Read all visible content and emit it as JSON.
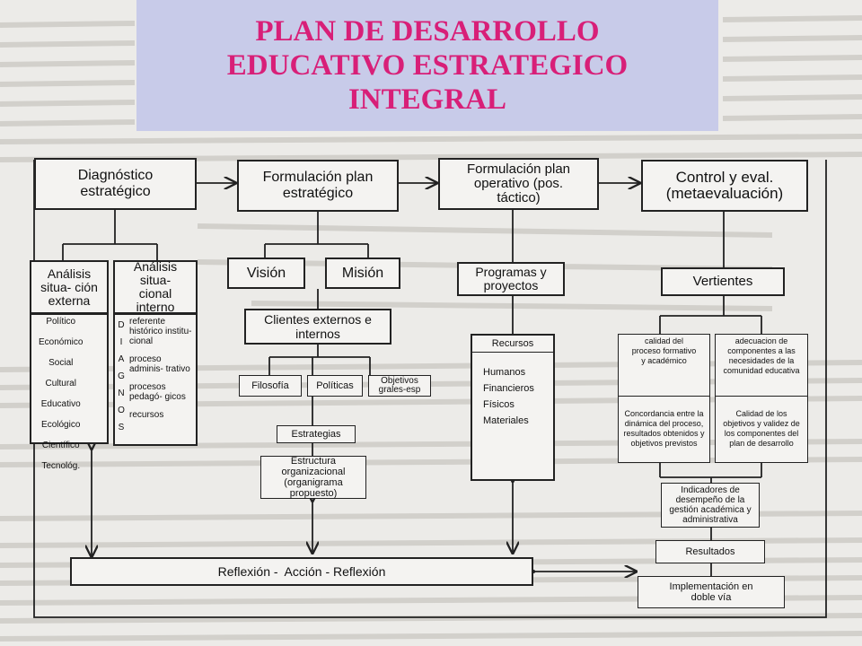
{
  "title": {
    "line1": "PLAN DE DESARROLLO",
    "line2": "EDUCATIVO ESTRATEGICO",
    "line3": "INTEGRAL"
  },
  "phases": {
    "diagnostico": "Diagnóstico estratégico",
    "formulacion_plan": "Formulación plan estratégico",
    "formulacion_operativo": "Formulación plan operativo (pos. táctico)",
    "control": "Control y eval. (metaevaluación)"
  },
  "diagnostico": {
    "externa_title": "Análisis situa- ción externa",
    "externa_items": [
      "Político",
      "Económico",
      "Social",
      "Cultural",
      "Educativo",
      "Ecológico",
      "Científico",
      "Tecnológ."
    ],
    "interna_title": "Análisis situa- cional interno",
    "vertical_letters": [
      "D",
      "I",
      "A",
      "G",
      "N",
      "O",
      "S"
    ],
    "interna_items": [
      "referente histórico institu- cional",
      "proceso adminis- trativo",
      "procesos pedagó- gicos",
      "recursos"
    ]
  },
  "estrategico": {
    "vision": "Visión",
    "mision": "Misión",
    "clientes": "Clientes externos e internos",
    "filosofia": "Filosofía",
    "politicas": "Políticas",
    "objetivos": "Objetivos grales-esp",
    "estrategias": "Estrategias",
    "estructura": "Estructura organizacional (organigrama propuesto)"
  },
  "operativo": {
    "programas": "Programas y proyectos",
    "recursos_title": "Recursos",
    "recursos_items": [
      "Humanos",
      "Financieros",
      "Físicos",
      "Materiales"
    ]
  },
  "control": {
    "vertientes": "Vertientes",
    "calidad": "calidad del proceso formativo y académico",
    "adecuacion": "adecuacion de componentes a las necesidades de la comunidad educativa",
    "concordancia": "Concordancia entre la dinámica del proceso, resultados obtenidos y objetivos previstos",
    "calidad_objetivos": "Calidad de los objetivos y validez de los componentes del plan de desarrollo",
    "indicadores": "Indicadores de desempeño de la gestión académica y administrativa",
    "resultados": "Resultados",
    "implementacion": "Implementación en doble vía"
  },
  "reflexion": "Reflexión -  Acción - Reflexión"
}
